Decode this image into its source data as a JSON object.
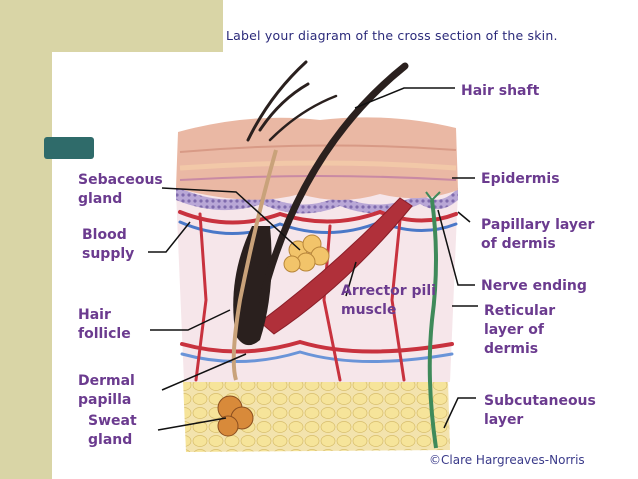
{
  "instruction": "Label your diagram of the cross section of the skin.",
  "labels": {
    "hair_shaft": "Hair shaft",
    "epidermis": "Epidermis",
    "papillary": "Papillary layer\nof dermis",
    "nerve_ending": "Nerve ending",
    "reticular": "Reticular\nlayer of\ndermis",
    "subcutaneous": "Subcutaneous\nlayer",
    "sebaceous": "Sebaceous\ngland",
    "blood_supply": "Blood\nsupply",
    "hair_follicle": "Hair\nfollicle",
    "dermal_papilla": "Dermal\npapilla",
    "sweat_gland": "Sweat\ngland",
    "arrector": "Arrector pili\nmuscle"
  },
  "credit": "©Clare Hargreaves-Norris",
  "colors": {
    "label_text": "#6b3b8f",
    "instruction_text": "#2b2a7a",
    "background_olive": "#d9d5a6",
    "accent_teal": "#2f6b6a",
    "epidermis_pink": "#e8b8a0",
    "fat_yellow": "#f0dc94",
    "muscle_red": "#b0303a"
  }
}
